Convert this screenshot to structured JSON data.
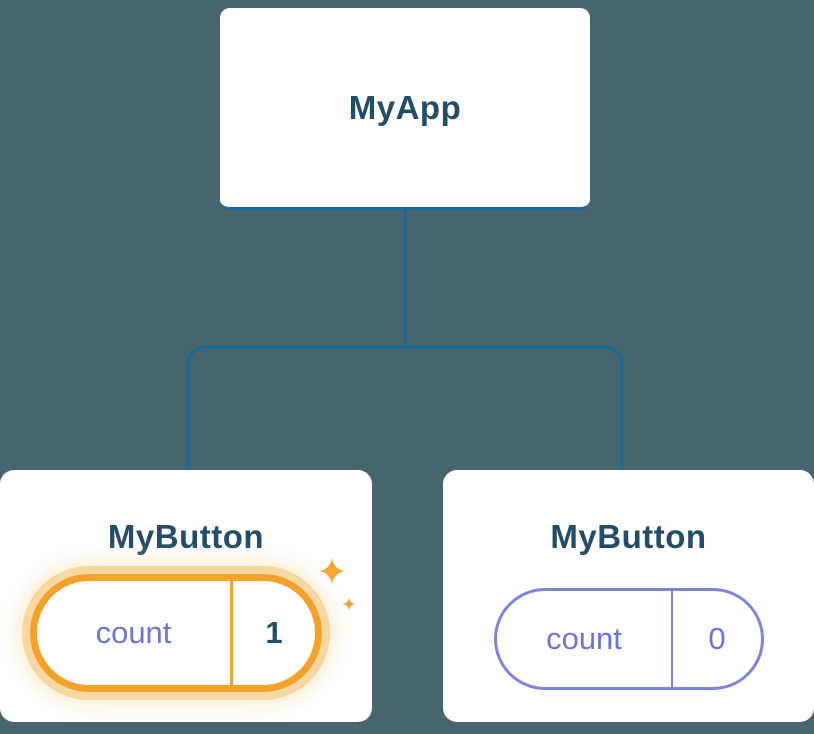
{
  "diagram": {
    "title": "component-tree",
    "root": {
      "label": "MyApp"
    },
    "children": [
      {
        "label": "MyButton",
        "state": {
          "name": "count",
          "value": "1"
        },
        "highlighted": true
      },
      {
        "label": "MyButton",
        "state": {
          "name": "count",
          "value": "0"
        },
        "highlighted": false
      }
    ]
  },
  "icons": {
    "sparkle": "✦"
  },
  "colors": {
    "background": "#47646F",
    "connector": "#186A9B",
    "card_background": "#FFFFFF",
    "title_text": "#234D66",
    "state_label_text": "#6D74D8",
    "state_pill_border": "#7F84DB",
    "highlight_border": "#F5A22B",
    "highlight_glow": "#F8D8A0",
    "sparkle": "#F6A531"
  }
}
